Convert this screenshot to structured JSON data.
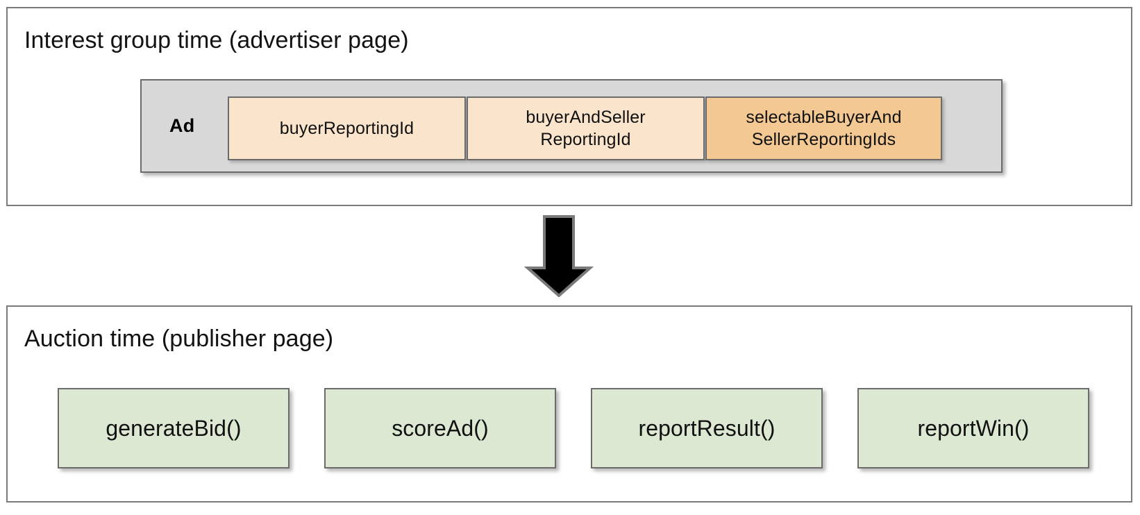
{
  "diagram": {
    "title_semantic": "protected-audience-reporting-ids-flow",
    "colors": {
      "panel_border": "#7a7a7a",
      "group_background": "#d8d8d8",
      "group_border": "#6b6b6b",
      "reporting_id_light": "#fae5cc",
      "reporting_id_highlight": "#f3c892",
      "function_box": "#dce8d2",
      "arrow_fill": "#000000",
      "arrow_border": "#7a7a7a",
      "text": "#111111"
    }
  },
  "advertiser_section": {
    "title": "Interest group time (advertiser page)",
    "ad_group": {
      "label": "Ad",
      "reporting_ids": [
        {
          "label": "buyerReportingId",
          "variant": "light"
        },
        {
          "label": "buyerAndSeller\nReportingId",
          "line1": "buyerAndSeller",
          "line2": "ReportingId",
          "variant": "light"
        },
        {
          "label": "selectableBuyerAnd\nSellerReportingIds",
          "line1": "selectableBuyerAnd",
          "line2": "SellerReportingIds",
          "variant": "highlight"
        }
      ]
    }
  },
  "flow": {
    "arrow_icon": "arrow-down-icon",
    "direction": "down"
  },
  "auction_section": {
    "title": "Auction time (publisher page)",
    "functions": [
      {
        "label": "generateBid()"
      },
      {
        "label": "scoreAd()"
      },
      {
        "label": "reportResult()"
      },
      {
        "label": "reportWin()"
      }
    ]
  }
}
